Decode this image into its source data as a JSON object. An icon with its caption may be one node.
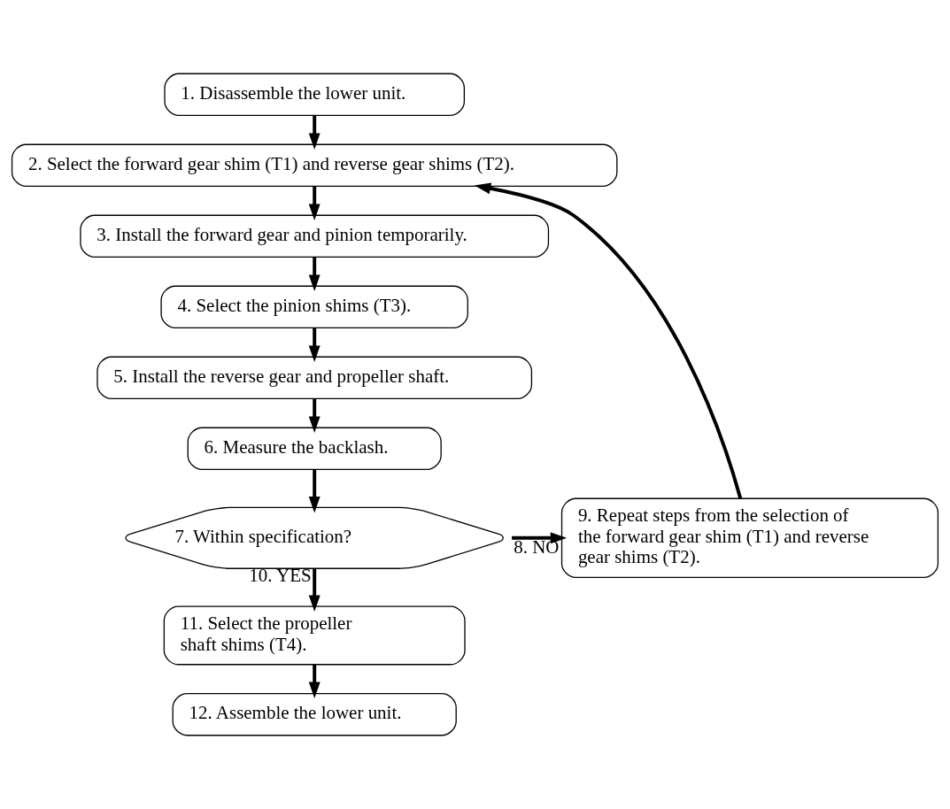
{
  "diagram": {
    "nodes": [
      {
        "text": [
          "1. Disassemble the lower unit."
        ]
      },
      {
        "text": [
          "2. Select the forward gear shim (T1) and reverse gear shims (T2)."
        ]
      },
      {
        "text": [
          "3. Install the forward gear and pinion temporarily."
        ]
      },
      {
        "text": [
          "4. Select the pinion shims (T3)."
        ]
      },
      {
        "text": [
          "5. Install the reverse gear and propeller shaft."
        ]
      },
      {
        "text": [
          "6. Measure the backlash."
        ]
      },
      {
        "text": [
          "7. Within specification?"
        ]
      },
      {
        "text": [
          "9. Repeat steps from the selection of the forward gear shim (T1) and reverse gear shims (T2)."
        ]
      },
      {
        "text": [
          "11. Select the propeller shaft shims (T4)."
        ]
      },
      {
        "text": [
          "12. Assemble the lower unit."
        ]
      }
    ],
    "edges": [
      {
        "from": 0,
        "to": 1,
        "arrow": "to"
      },
      {
        "from": 1,
        "to": 2,
        "arrow": "to"
      },
      {
        "from": 2,
        "to": 3,
        "arrow": "to"
      },
      {
        "from": 3,
        "to": 4,
        "arrow": "to"
      },
      {
        "from": 4,
        "to": 5,
        "arrow": "to"
      },
      {
        "from": 5,
        "to": 6,
        "arrow": "to"
      },
      {
        "from": 6,
        "to": 7,
        "arrow": "to",
        "label": "8. NO"
      },
      {
        "from": 7,
        "to": 1,
        "arrow": "to"
      },
      {
        "from": 6,
        "to": 8,
        "arrow": "to",
        "label": "10. YES"
      },
      {
        "from": 8,
        "to": 9,
        "arrow": "to"
      }
    ]
  }
}
